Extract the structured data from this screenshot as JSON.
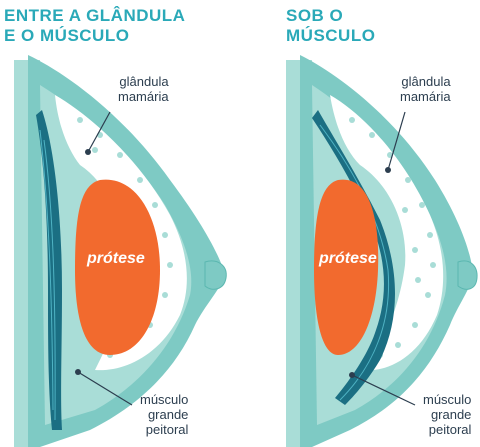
{
  "left_panel": {
    "title_line1": "ENTRE A GLÂNDULA",
    "title_line2": "E O MÚSCULO",
    "gland_label_line1": "glândula",
    "gland_label_line2": "mamária",
    "prosthesis_label": "prótese",
    "muscle_label_line1": "músculo",
    "muscle_label_line2": "grande",
    "muscle_label_line3": "peitoral"
  },
  "right_panel": {
    "title_line1": "SOB O",
    "title_line2": "MÚSCULO",
    "gland_label_line1": "glândula",
    "gland_label_line2": "mamária",
    "prosthesis_label": "prótese",
    "muscle_label_line1": "músculo",
    "muscle_label_line2": "grande",
    "muscle_label_line3": "peitoral"
  },
  "colors": {
    "title": "#2aa9b8",
    "skin": "#7ecac4",
    "skin_light": "#a9ddd7",
    "gland": "#ffffff",
    "muscle": "#1b6f83",
    "prosthesis": "#f26a2e",
    "text": "#2c3e4f"
  }
}
